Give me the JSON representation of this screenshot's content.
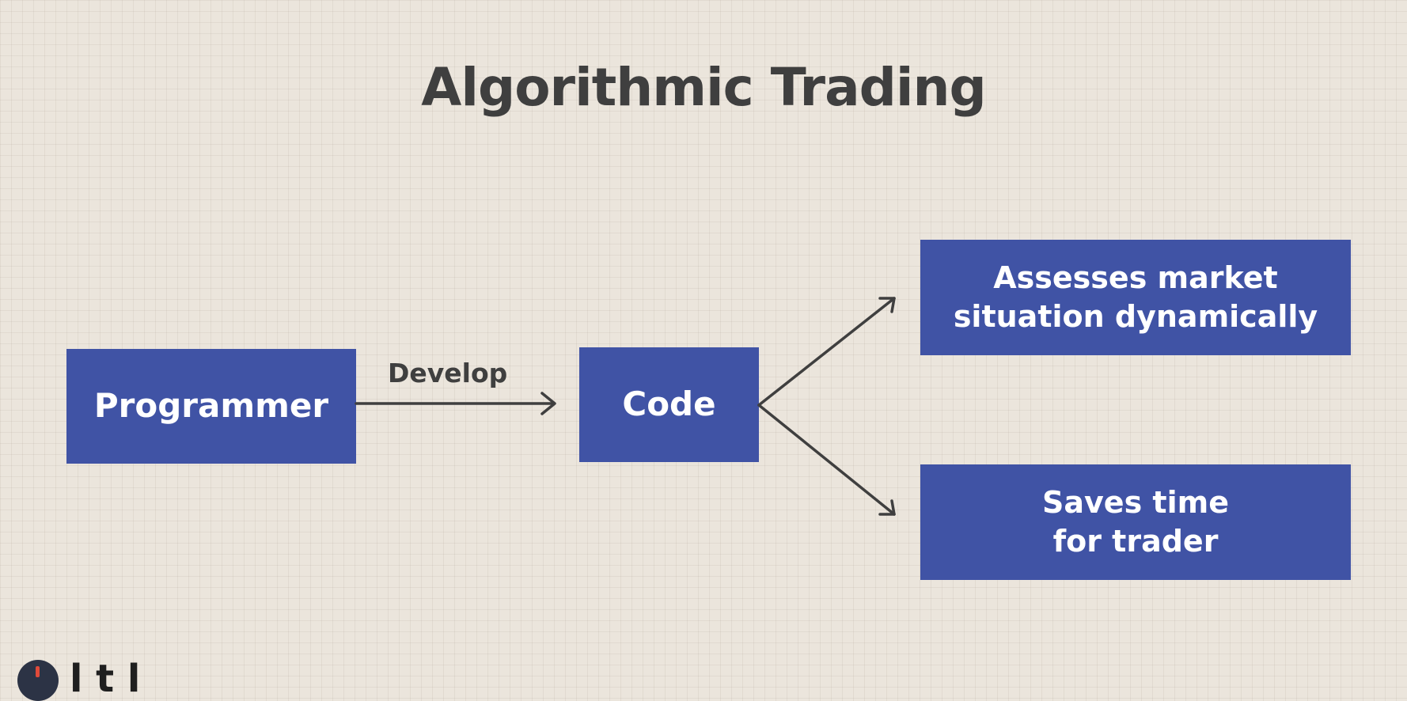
{
  "diagram": {
    "title": "Algorithmic Trading",
    "nodes": {
      "programmer": "Programmer",
      "code": "Code",
      "assess_line1": "Assesses market",
      "assess_line2": "situation dynamically",
      "saves_line1": "Saves time",
      "saves_line2": "for trader"
    },
    "edge_label": "Develop"
  },
  "footer": {
    "text": "l     t   l"
  },
  "colors": {
    "background": "#ebe5dc",
    "box": "#4053a5",
    "text_dark": "#3f3f3f",
    "box_text": "#ffffff"
  }
}
